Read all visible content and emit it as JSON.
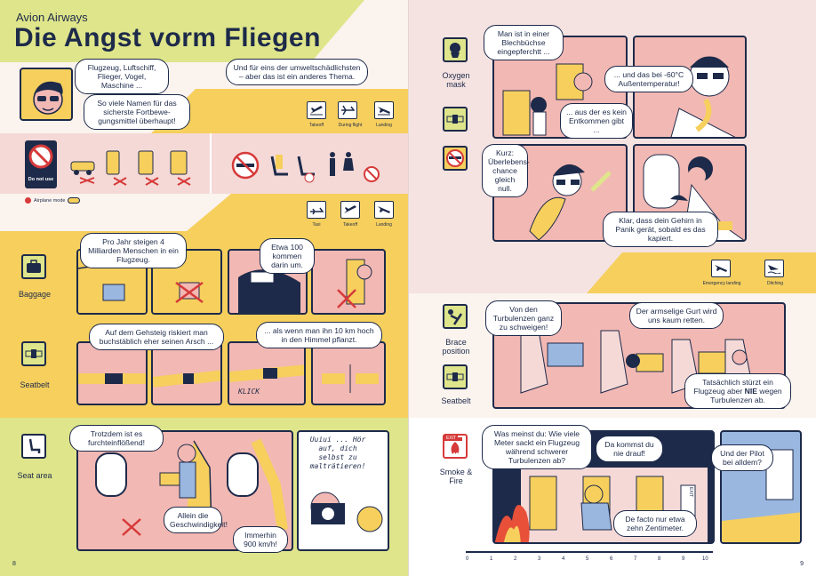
{
  "header": {
    "brand": "Avion Airways",
    "title": "Die Angst vorm Fliegen"
  },
  "left_page": {
    "intro": {
      "bubble_1": "Flugzeug, Luftschiff, Flieger, Vogel, Maschine ...",
      "bubble_2": "So viele Namen für das sicherste Fortbewe-gungsmittel überhaupt!",
      "bubble_3": "Und für eins der umweltschädlichsten – aber das ist ein anderes Thema."
    },
    "flight_phases_top": [
      "Takeoff",
      "During flight",
      "Landing"
    ],
    "do_not_use": "Do not use",
    "airplane_mode": "Airplane mode",
    "flight_phases_bottom": [
      "Taxi",
      "Takeoff",
      "Landing"
    ],
    "baggage": {
      "label": "Baggage",
      "bubble_1": "Pro Jahr steigen 4 Milliarden Menschen in ein Flugzeug.",
      "bubble_2": "Etwa 100 kommen darin um."
    },
    "seatbelt": {
      "label": "Seatbelt",
      "bubble_1": "Auf dem Gehsteig riskiert man buchstäblich eher seinen Arsch ...",
      "bubble_2": "... als wenn man ihn 10 km hoch in den Himmel pflanzt.",
      "sound": "KLICK"
    },
    "seat_area": {
      "label": "Seat area",
      "bubble_1": "Trotzdem ist es furchteinflößend!",
      "bubble_2": "Allein die Geschwindigkeit!",
      "bubble_3": "Immerhin 900 km/h!",
      "bubble_4": "Uuiui ... Hör auf, dich selbst zu malträtieren!"
    },
    "page_number": "8"
  },
  "right_page": {
    "oxygen": {
      "label": "Oxygen mask",
      "bubble_1": "Man ist in einer Blechbüchse eingepferchtt ...",
      "bubble_2": "... und das bei -60°C Außentemperatur!",
      "bubble_3": "... aus der es kein Entkommen gibt ...",
      "bubble_4": "Kurz: Überlebens-chance gleich null.",
      "bubble_5": "Klar, dass dein Gehirn in Panik gerät, sobald es das kapiert."
    },
    "emergency_phases": [
      "Emergency landing",
      "Ditching"
    ],
    "brace": {
      "label": "Brace position",
      "seat_label": "Seatbelt",
      "bubble_1": "Von den Turbulenzen ganz zu schweigen!",
      "bubble_2": "Der armselige Gurt wird uns kaum retten.",
      "bubble_3_a": "Tatsächlich stürzt ein Flugzeug aber ",
      "bubble_3_b": "NIE",
      "bubble_3_c": " wegen Turbulenzen ab."
    },
    "smoke": {
      "label": "Smoke & Fire",
      "exit_sign": "EXIT",
      "bubble_1": "Was meinst du: Wie viele Meter sackt ein Flugzeug während schwerer Turbulenzen ab?",
      "bubble_2": "Da kommst du nie drauf!",
      "bubble_3": "Und der Pilot bei alldem?",
      "bubble_4": "De facto nur etwa zehn Zentimeter.",
      "exit_door": "EXIT"
    },
    "ruler_labels": [
      "0",
      "1",
      "2",
      "3",
      "4",
      "5",
      "6",
      "7",
      "8",
      "9",
      "10"
    ],
    "page_number": "9"
  },
  "colors": {
    "navy": "#1d2a4a",
    "yellow": "#f6cf5d",
    "lime": "#dfe58a",
    "pink": "#f2b8b3",
    "red": "#d63a3a"
  }
}
